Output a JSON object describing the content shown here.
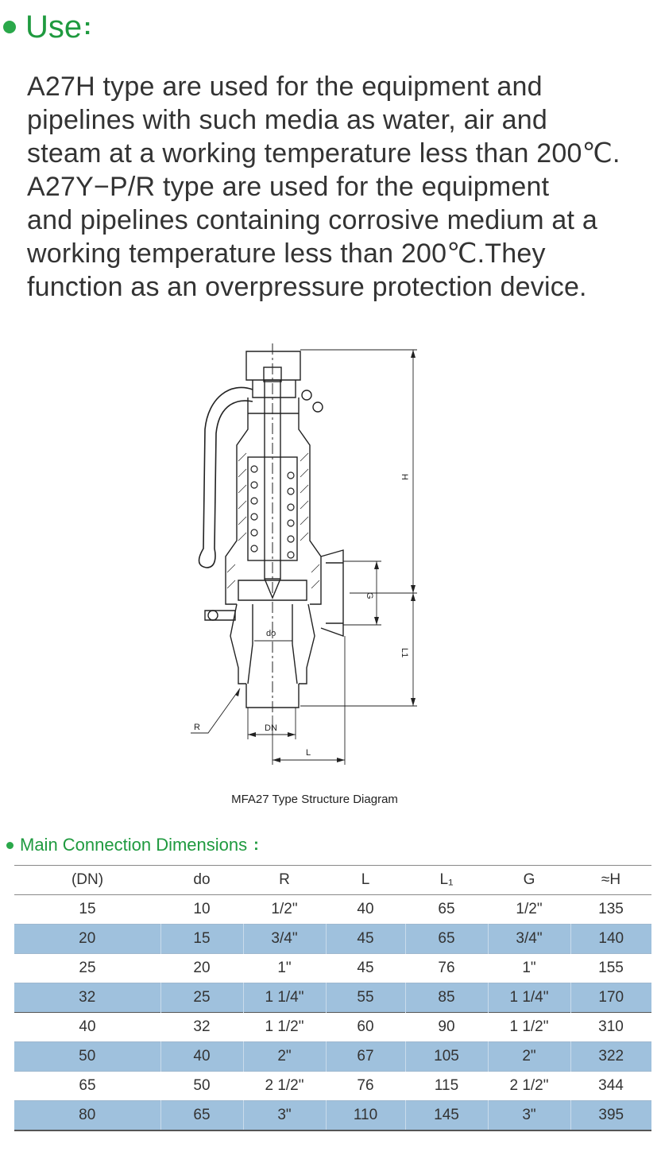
{
  "use_section": {
    "title": "Use",
    "colon": ":",
    "lines": [
      "A27H type are used for the equipment and",
      "pipelines with such media as water, air and",
      "steam at a working temperature less than 200℃.",
      "A27Y−P/R type are used for the equipment",
      "and pipelines containing corrosive medium at a",
      "working temperature less than 200℃.They",
      "function as an overpressure protection device."
    ]
  },
  "diagram": {
    "labels": {
      "H": "H",
      "G": "G",
      "L1": "L1",
      "do": "do",
      "R": "R",
      "DN": "DN",
      "L": "L"
    },
    "caption": "MFA27 Type Structure Diagram"
  },
  "dimensions": {
    "title": "Main Connection Dimensions",
    "colon": ":",
    "headers": [
      "(DN)",
      "do",
      "R",
      "L",
      "L₁",
      "G",
      "≈H"
    ],
    "rows": [
      [
        "15",
        "10",
        "1/2\"",
        "40",
        "65",
        "1/2\"",
        "135"
      ],
      [
        "20",
        "15",
        "3/4\"",
        "45",
        "65",
        "3/4\"",
        "140"
      ],
      [
        "25",
        "20",
        "1\"",
        "45",
        "76",
        "1\"",
        "155"
      ],
      [
        "32",
        "25",
        "1 1/4\"",
        "55",
        "85",
        "1 1/4\"",
        "170"
      ],
      [
        "40",
        "32",
        "1 1/2\"",
        "60",
        "90",
        "1 1/2\"",
        "310"
      ],
      [
        "50",
        "40",
        "2\"",
        "67",
        "105",
        "2\"",
        "322"
      ],
      [
        "65",
        "50",
        "2 1/2\"",
        "76",
        "115",
        "2 1/2\"",
        "344"
      ],
      [
        "80",
        "65",
        "3\"",
        "110",
        "145",
        "3\"",
        "395"
      ]
    ]
  },
  "colors": {
    "accent_green": "#1f9a3f",
    "row_shade": "#9fc1dd"
  }
}
